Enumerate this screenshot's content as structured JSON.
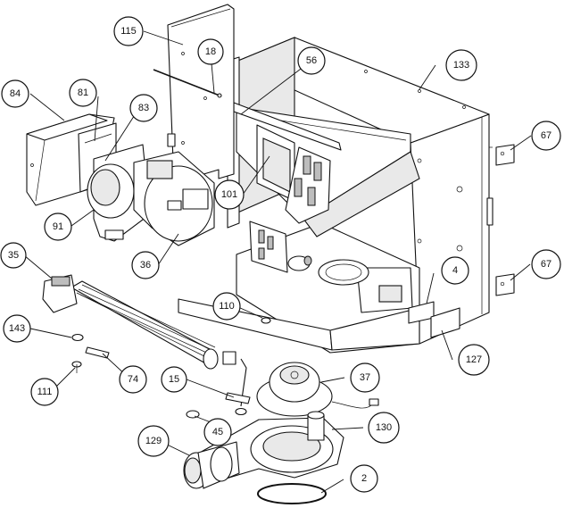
{
  "callouts": [
    {
      "id": "115",
      "label": "115"
    },
    {
      "id": "18",
      "label": "18"
    },
    {
      "id": "56",
      "label": "56"
    },
    {
      "id": "133",
      "label": "133"
    },
    {
      "id": "84",
      "label": "84"
    },
    {
      "id": "81",
      "label": "81"
    },
    {
      "id": "83",
      "label": "83"
    },
    {
      "id": "67a",
      "label": "67"
    },
    {
      "id": "101",
      "label": "101"
    },
    {
      "id": "91",
      "label": "91"
    },
    {
      "id": "36",
      "label": "36"
    },
    {
      "id": "35",
      "label": "35"
    },
    {
      "id": "4",
      "label": "4"
    },
    {
      "id": "67b",
      "label": "67"
    },
    {
      "id": "110",
      "label": "110"
    },
    {
      "id": "143",
      "label": "143"
    },
    {
      "id": "127",
      "label": "127"
    },
    {
      "id": "74",
      "label": "74"
    },
    {
      "id": "15",
      "label": "15"
    },
    {
      "id": "37",
      "label": "37"
    },
    {
      "id": "111",
      "label": "111"
    },
    {
      "id": "45",
      "label": "45"
    },
    {
      "id": "130",
      "label": "130"
    },
    {
      "id": "129",
      "label": "129"
    },
    {
      "id": "2",
      "label": "2"
    }
  ]
}
